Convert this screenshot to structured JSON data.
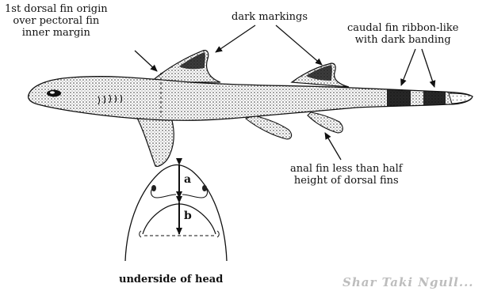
{
  "labels": {
    "dorsal_origin": [
      "1st dorsal fin origin",
      "over pectoral fin",
      "inner margin"
    ],
    "dark_markings": "dark markings",
    "caudal": [
      "caudal fin ribbon-like",
      "with dark banding"
    ],
    "anal": [
      "anal fin less than half",
      "height of dorsal fins"
    ],
    "head_caption": "underside of head",
    "measure_a": "a",
    "measure_b": "b",
    "watermark": "Shar Taki Ngull..."
  }
}
